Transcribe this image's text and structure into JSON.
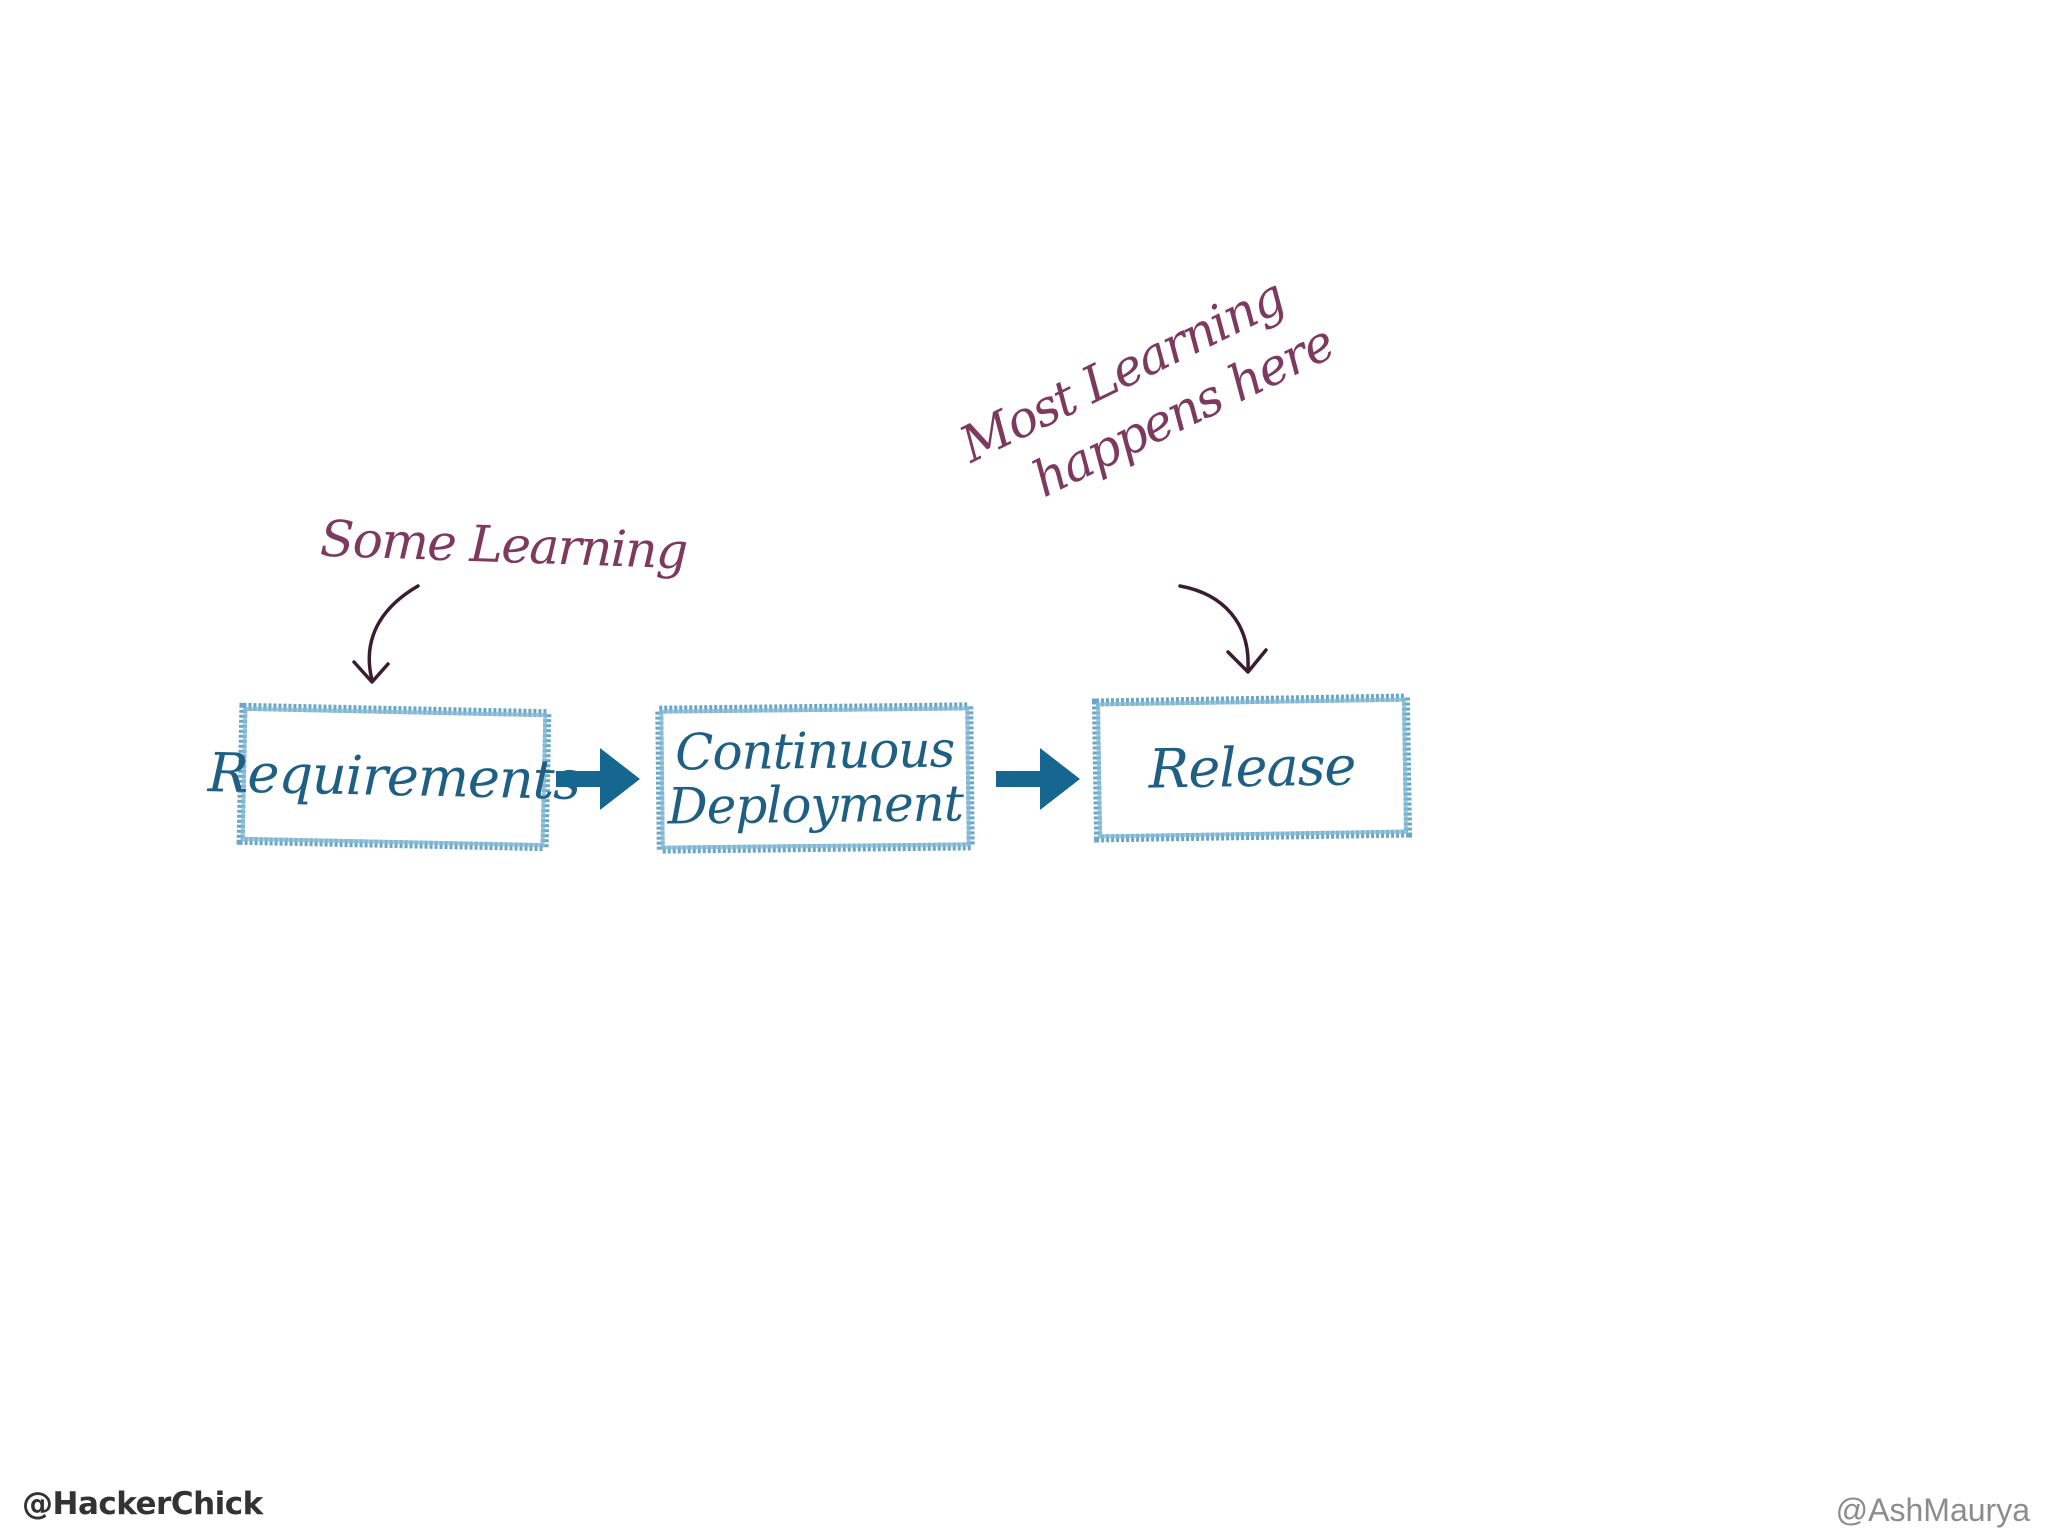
{
  "colors": {
    "box_stroke": "#5a9cc0",
    "box_text": "#1f5f84",
    "flow_arrow": "#15678f",
    "note_text": "#7d3a5e",
    "note_arrow": "#3b1e2e",
    "footer_left": "#333333",
    "footer_right": "#8c8c8c"
  },
  "diagram": {
    "boxes": [
      {
        "label": "Requirements"
      },
      {
        "label": "Continuous\nDeployment"
      },
      {
        "label": "Release"
      }
    ],
    "annotations": {
      "some_learning": "Some Learning",
      "most_learning_line1": "Most Learning",
      "most_learning_line2": "happens here"
    }
  },
  "footer": {
    "left_handle": "@HackerChick",
    "right_handle": "@AshMaurya"
  }
}
